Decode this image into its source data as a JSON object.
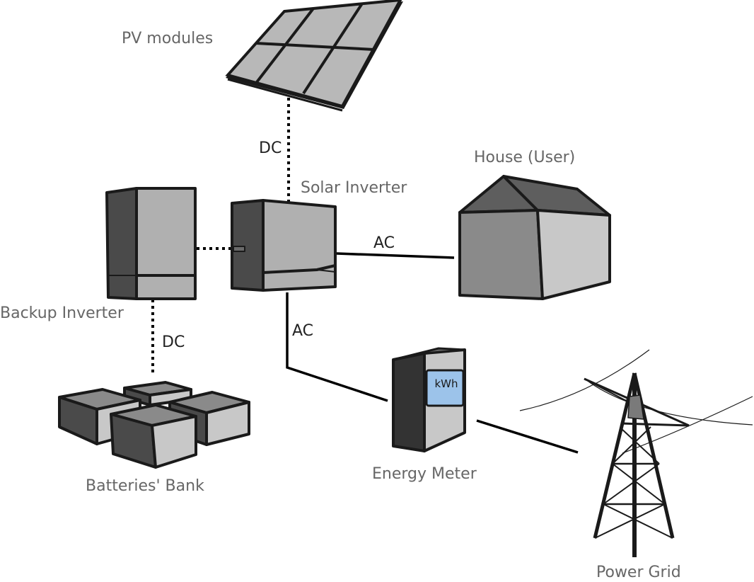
{
  "labels": {
    "pv_modules": "PV modules",
    "solar_inverter": "Solar Inverter",
    "house": "House (User)",
    "backup_inverter": "Backup Inverter",
    "batteries_bank": "Batteries' Bank",
    "energy_meter": "Energy Meter",
    "power_grid": "Power Grid",
    "meter_display": "kWh"
  },
  "connections": {
    "pv_to_inverter": "DC",
    "inverter_to_house": "AC",
    "inverter_to_meter": "AC",
    "backup_to_batteries": "DC"
  },
  "colors": {
    "component_label": "#666666",
    "connection_label": "#222222",
    "line": "#000000",
    "dark_face": "#4a4a4a",
    "mid_face": "#8a8a8a",
    "light_face": "#c8c8c8",
    "meter_display": "#9cc3ea"
  }
}
